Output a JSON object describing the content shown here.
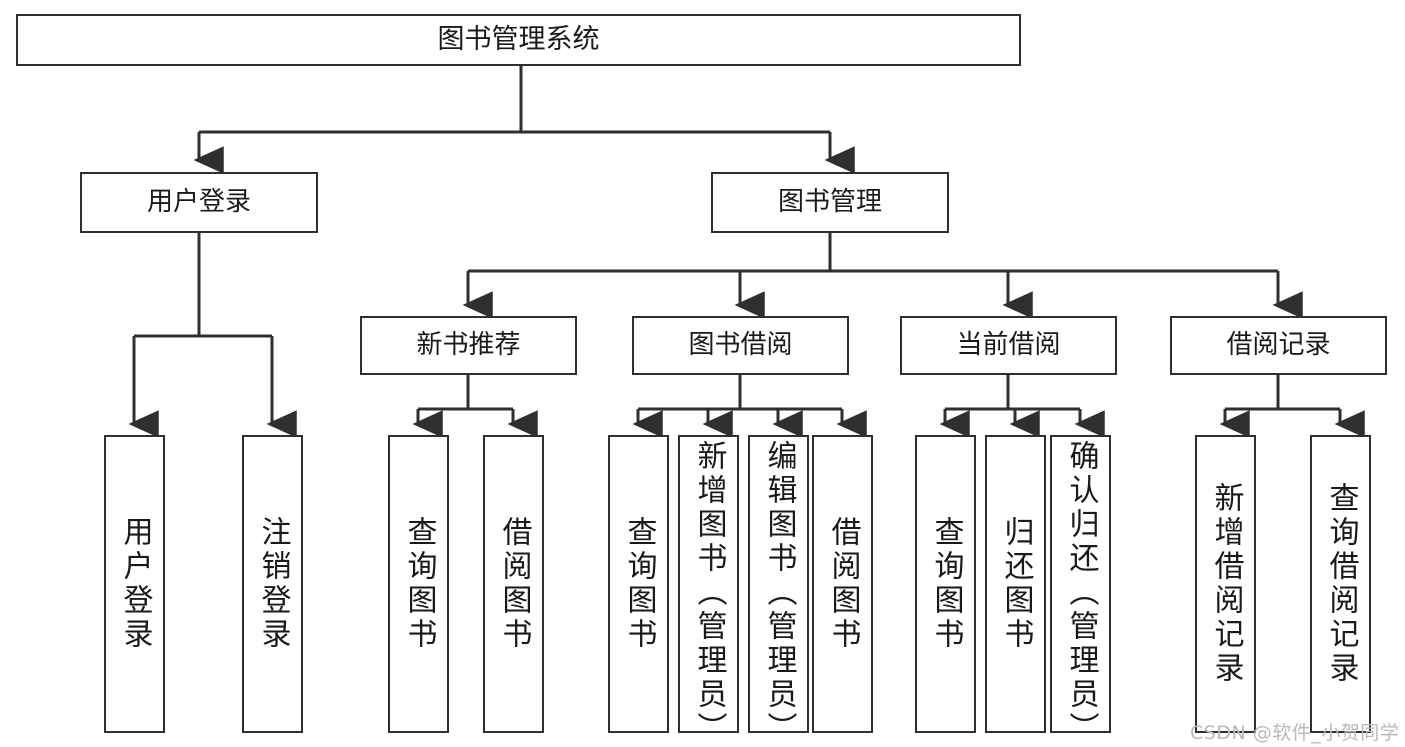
{
  "diagram": {
    "type": "tree-hierarchy-chart",
    "title": "图书管理系统",
    "orientation": "top-down",
    "colors": {
      "box_border": "#2f2f2f",
      "box_fill": "#ffffff",
      "connector": "#2f2f2f",
      "text": "#1a1a1a",
      "watermark": "#b9b9b9"
    },
    "root": {
      "id": "root",
      "label": "图书管理系统"
    },
    "level2": [
      {
        "id": "user-login",
        "label": "用户登录"
      },
      {
        "id": "book-management",
        "label": "图书管理"
      }
    ],
    "level3": [
      {
        "id": "new-book-recommend",
        "label": "新书推荐",
        "parent": "book-management"
      },
      {
        "id": "book-borrow",
        "label": "图书借阅",
        "parent": "book-management"
      },
      {
        "id": "current-borrow",
        "label": "当前借阅",
        "parent": "book-management"
      },
      {
        "id": "borrow-record",
        "label": "借阅记录",
        "parent": "book-management"
      }
    ],
    "leaves": [
      {
        "id": "leaf-user-login",
        "label": "用户登录",
        "parent": "user-login"
      },
      {
        "id": "leaf-logout-login",
        "label": "注销登录",
        "parent": "user-login"
      },
      {
        "id": "leaf-query-book-1",
        "label": "查询图书",
        "parent": "new-book-recommend"
      },
      {
        "id": "leaf-borrow-book-1",
        "label": "借阅图书",
        "parent": "new-book-recommend"
      },
      {
        "id": "leaf-query-book-2",
        "label": "查询图书",
        "parent": "book-borrow"
      },
      {
        "id": "leaf-add-book",
        "label": "新增图书（管理员）",
        "parent": "book-borrow"
      },
      {
        "id": "leaf-edit-book",
        "label": "编辑图书（管理员）",
        "parent": "book-borrow"
      },
      {
        "id": "leaf-borrow-book-2",
        "label": "借阅图书",
        "parent": "book-borrow"
      },
      {
        "id": "leaf-query-book-3",
        "label": "查询图书",
        "parent": "current-borrow"
      },
      {
        "id": "leaf-return-book",
        "label": "归还图书",
        "parent": "current-borrow"
      },
      {
        "id": "leaf-confirm-return",
        "label": "确认归还（管理员）",
        "parent": "current-borrow"
      },
      {
        "id": "leaf-add-record",
        "label": "新增借阅记录",
        "parent": "borrow-record"
      },
      {
        "id": "leaf-query-record",
        "label": "查询借阅记录",
        "parent": "borrow-record"
      }
    ],
    "watermark": "CSDN @软件_小贺同学"
  }
}
